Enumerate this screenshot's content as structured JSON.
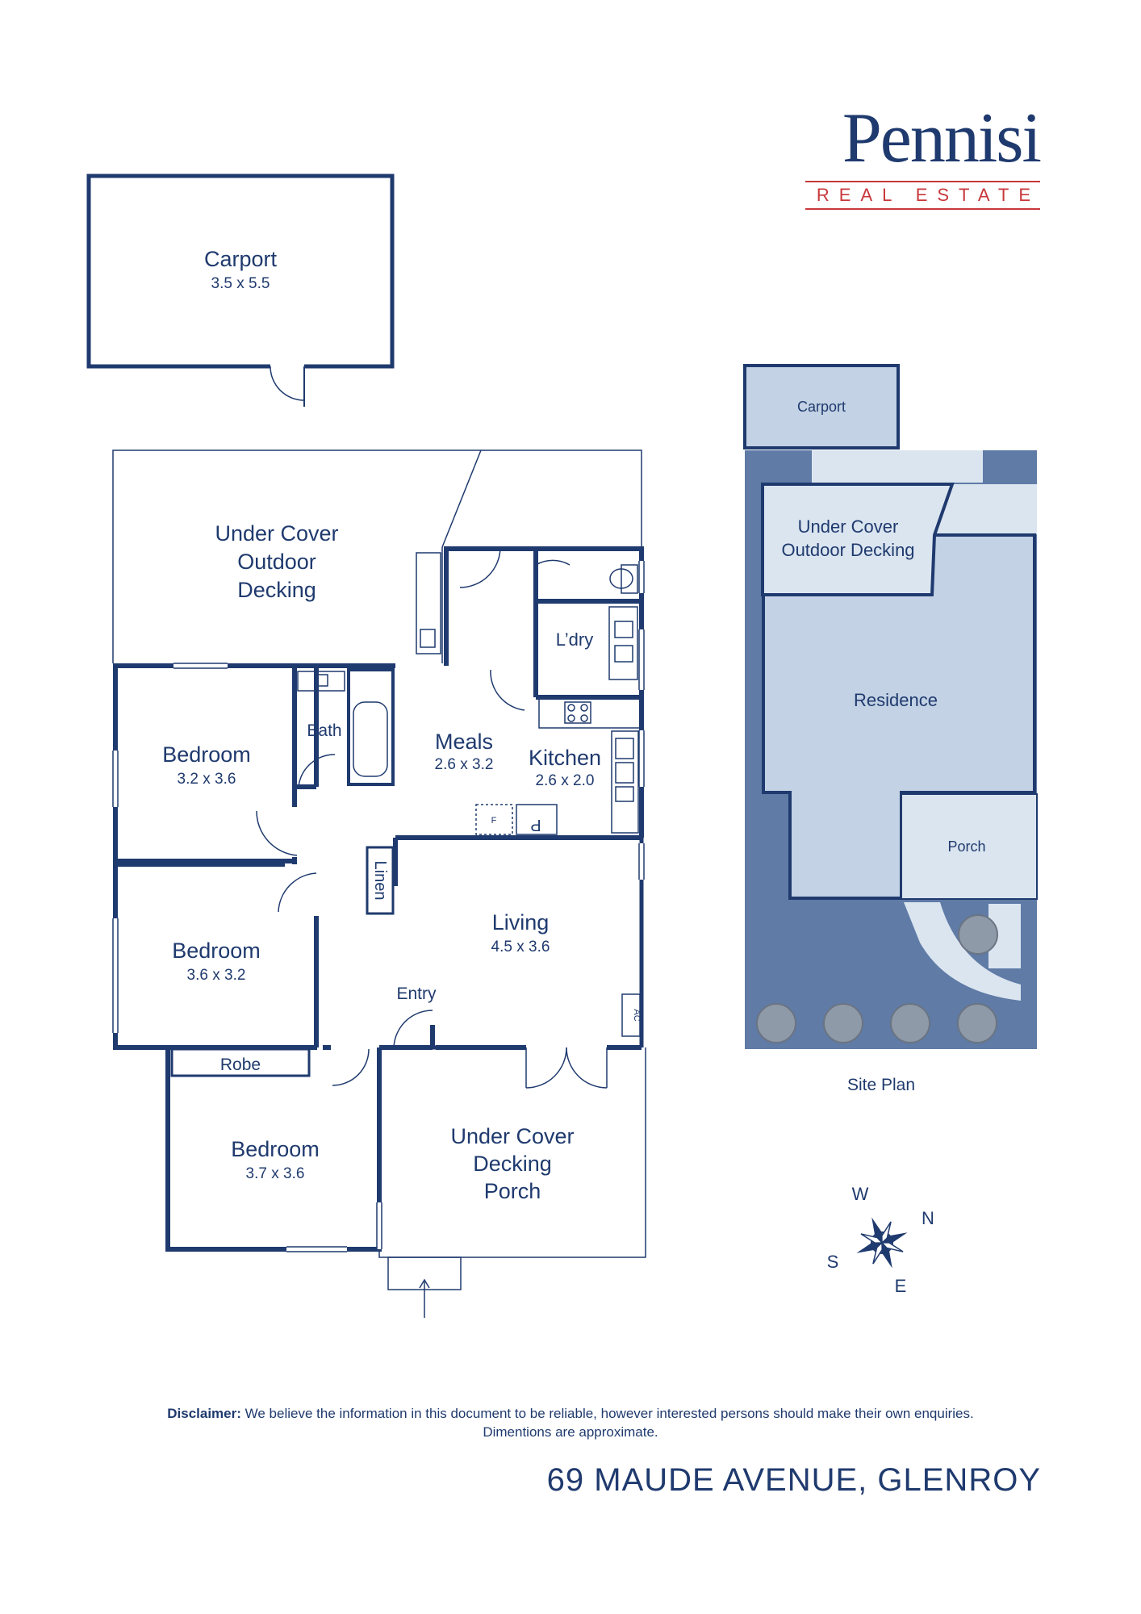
{
  "brand": {
    "name": "Pennisi",
    "tagline": "REAL ESTATE"
  },
  "rooms": {
    "carport": {
      "name": "Carport",
      "dims": "3.5 x 5.5"
    },
    "outdoor": {
      "line1": "Under Cover",
      "line2": "Outdoor",
      "line3": "Decking"
    },
    "bedroom1": {
      "name": "Bedroom",
      "dims": "3.2 x 3.6"
    },
    "bedroom2": {
      "name": "Bedroom",
      "dims": "3.6 x 3.2"
    },
    "bedroom3": {
      "name": "Bedroom",
      "dims": "3.7 x 3.6"
    },
    "bath": {
      "name": "Bath"
    },
    "meals": {
      "name": "Meals",
      "dims": "2.6 x 3.2"
    },
    "kitchen": {
      "name": "Kitchen",
      "dims": "2.6 x 2.0"
    },
    "laundry": {
      "name": "L’dry"
    },
    "linen": {
      "name": "Linen"
    },
    "living": {
      "name": "Living",
      "dims": "4.5 x 3.6"
    },
    "entry": {
      "name": "Entry"
    },
    "robe": {
      "name": "Robe"
    },
    "porch": {
      "line1": "Under Cover",
      "line2": "Decking",
      "line3": "Porch"
    },
    "ac": {
      "name": "AC"
    },
    "fridge": {
      "name": "F"
    },
    "pantry": {
      "name": "P"
    }
  },
  "site_plan": {
    "title": "Site Plan",
    "carport": "Carport",
    "decking_line1": "Under Cover",
    "decking_line2": "Outdoor Decking",
    "residence": "Residence",
    "porch": "Porch"
  },
  "compass": {
    "n": "N",
    "s": "S",
    "e": "E",
    "w": "W"
  },
  "colors": {
    "wall": "#1f3a6e",
    "site_dark": "#5f7ba6",
    "site_mid": "#c3d2e4",
    "site_light": "#dbe5f0"
  },
  "disclaimer": {
    "bold": "Disclaimer:",
    "text": " We believe the information in this document to be reliable, however interested persons should make their own enquiries.",
    "line2": "Dimentions are approximate."
  },
  "address": "69 MAUDE AVENUE, GLENROY"
}
